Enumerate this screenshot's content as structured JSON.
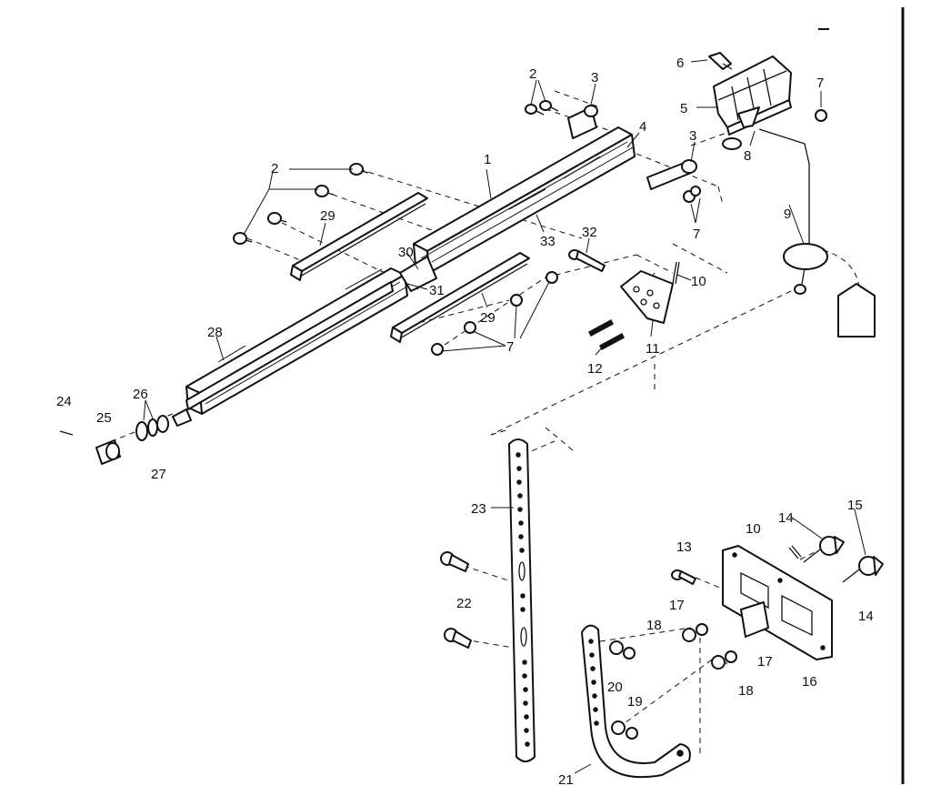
{
  "diagram": {
    "callouts": [
      {
        "id": "c1",
        "text": "1"
      },
      {
        "id": "c2a",
        "text": "2"
      },
      {
        "id": "c2b",
        "text": "2"
      },
      {
        "id": "c3a",
        "text": "3"
      },
      {
        "id": "c3b",
        "text": "3"
      },
      {
        "id": "c4",
        "text": "4"
      },
      {
        "id": "c5",
        "text": "5"
      },
      {
        "id": "c6",
        "text": "6"
      },
      {
        "id": "c7a",
        "text": "7"
      },
      {
        "id": "c7b",
        "text": "7"
      },
      {
        "id": "c7c",
        "text": "7"
      },
      {
        "id": "c8",
        "text": "8"
      },
      {
        "id": "c9",
        "text": "9"
      },
      {
        "id": "c10a",
        "text": "10"
      },
      {
        "id": "c10b",
        "text": "10"
      },
      {
        "id": "c11",
        "text": "11"
      },
      {
        "id": "c12",
        "text": "12"
      },
      {
        "id": "c13",
        "text": "13"
      },
      {
        "id": "c14a",
        "text": "14"
      },
      {
        "id": "c14b",
        "text": "14"
      },
      {
        "id": "c15",
        "text": "15"
      },
      {
        "id": "c16",
        "text": "16"
      },
      {
        "id": "c17a",
        "text": "17"
      },
      {
        "id": "c17b",
        "text": "17"
      },
      {
        "id": "c18a",
        "text": "18"
      },
      {
        "id": "c18b",
        "text": "18"
      },
      {
        "id": "c19",
        "text": "19"
      },
      {
        "id": "c20",
        "text": "20"
      },
      {
        "id": "c21",
        "text": "21"
      },
      {
        "id": "c22",
        "text": "22"
      },
      {
        "id": "c23",
        "text": "23"
      },
      {
        "id": "c24",
        "text": "24"
      },
      {
        "id": "c25",
        "text": "25"
      },
      {
        "id": "c26",
        "text": "26"
      },
      {
        "id": "c27",
        "text": "27"
      },
      {
        "id": "c28",
        "text": "28"
      },
      {
        "id": "c29a",
        "text": "29"
      },
      {
        "id": "c29b",
        "text": "29"
      },
      {
        "id": "c30",
        "text": "30"
      },
      {
        "id": "c31",
        "text": "31"
      },
      {
        "id": "c32",
        "text": "32"
      },
      {
        "id": "c33",
        "text": "33"
      }
    ]
  }
}
